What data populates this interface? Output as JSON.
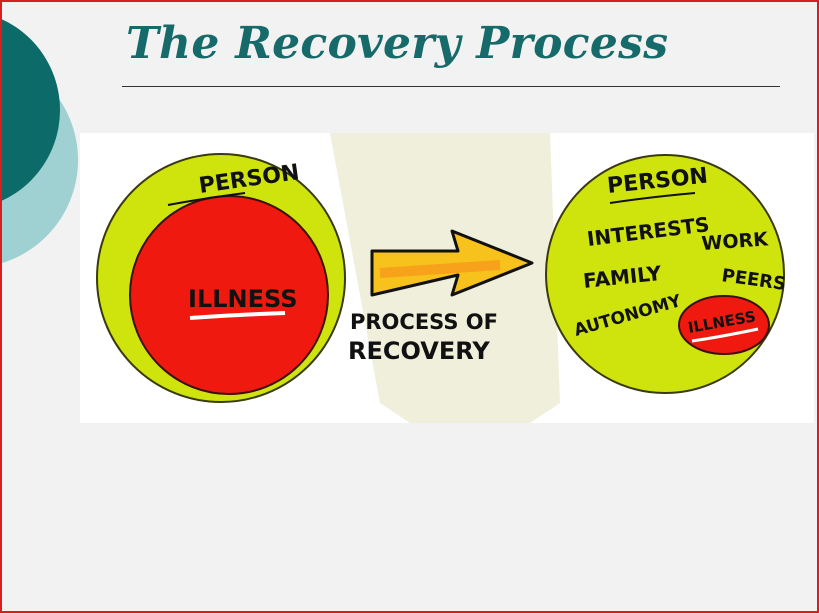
{
  "slide": {
    "title": "The Recovery Process"
  },
  "colors": {
    "title": "#176a6a",
    "deco_dark": "#0c6a68",
    "deco_light": "#9fd0d2",
    "border": "#d42020",
    "person_circle": "#cfe30d",
    "illness_circle": "#f0190f",
    "arrow": "#f6c21b",
    "background_shape": "#efefdc"
  },
  "diagram": {
    "before": {
      "person_label": "PERSON",
      "illness_label": "ILLNESS"
    },
    "arrow": {
      "line1": "PROCESS OF",
      "line2": "RECOVERY"
    },
    "after": {
      "person_label": "PERSON",
      "words": {
        "interests": "INTERESTS",
        "work": "WORK",
        "family": "FAMILY",
        "peers": "PEERS",
        "autonomy": "AUTONOMY"
      },
      "illness_label": "ILLNESS"
    }
  }
}
